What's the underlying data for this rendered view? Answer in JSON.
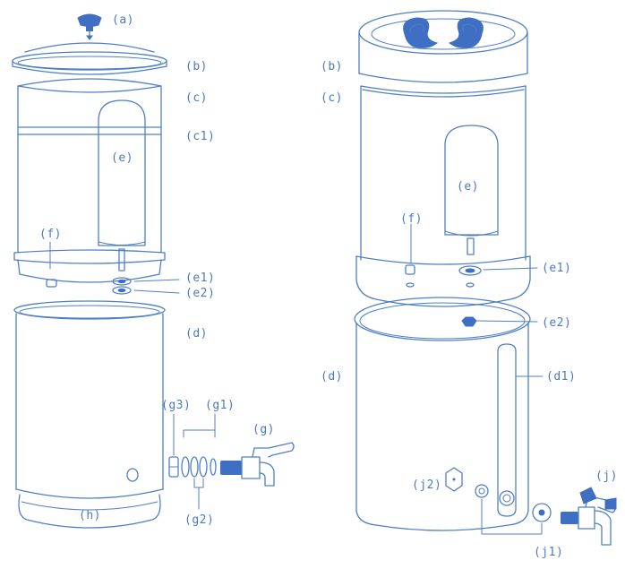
{
  "labels": {
    "a": "(a)",
    "b": "(b)",
    "c": "(c)",
    "c1": "(c1)",
    "d": "(d)",
    "d1": "(d1)",
    "e": "(e)",
    "e1": "(e1)",
    "e2": "(e2)",
    "f": "(f)",
    "g": "(g)",
    "g1": "(g1)",
    "g2": "(g2)",
    "g3": "(g3)",
    "h": "(h)",
    "j": "(j)",
    "j1": "(j1)",
    "j2": "(j2)"
  },
  "colors": {
    "line": "#4f7fc6",
    "accent": "#3f6fc3",
    "background": "#ffffff"
  }
}
